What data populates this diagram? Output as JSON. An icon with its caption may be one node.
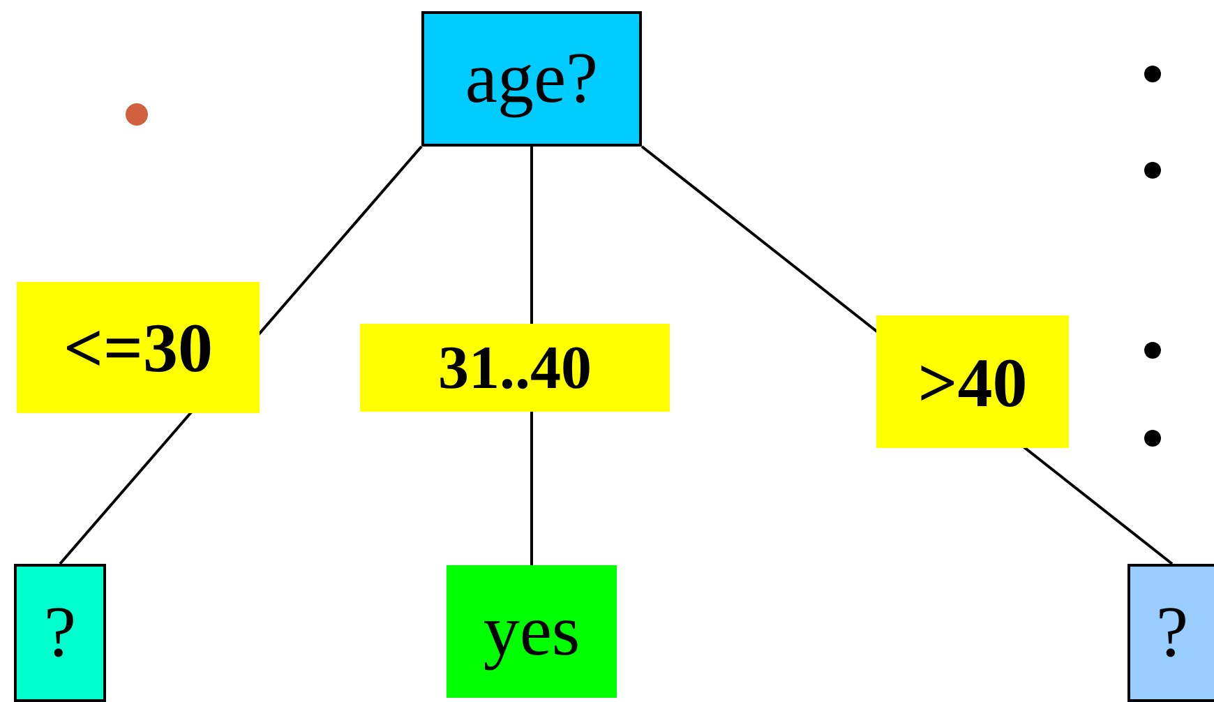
{
  "diagram": {
    "nodes": [
      {
        "text": [
          "age?"
        ]
      },
      {
        "text": [
          "?"
        ]
      },
      {
        "text": [
          "yes"
        ]
      },
      {
        "text": [
          "?"
        ]
      }
    ],
    "edges": [
      {
        "from": 0,
        "to": 1,
        "arrow": "none",
        "label": "<=30"
      },
      {
        "from": 0,
        "to": 2,
        "arrow": "none",
        "label": "31..40"
      },
      {
        "from": 0,
        "to": 3,
        "arrow": "none",
        "label": ">40"
      }
    ]
  }
}
